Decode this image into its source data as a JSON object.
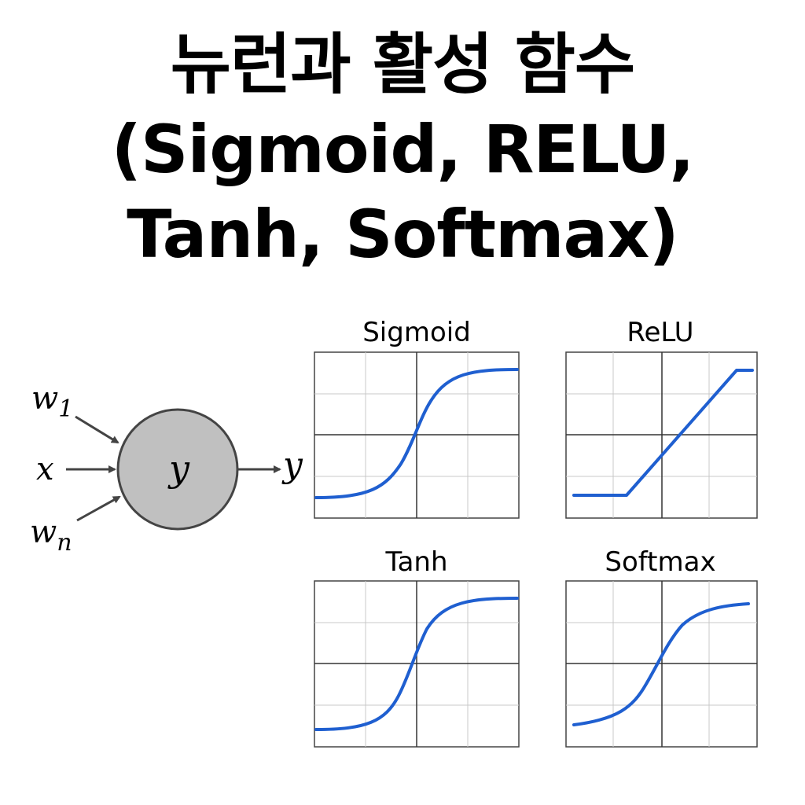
{
  "title": {
    "line1": "뉴런과 활성 함수",
    "line2": "(Sigmoid, RELU,",
    "line3": "Tanh, Softmax)"
  },
  "neuron": {
    "input_w1": "w",
    "input_w1_sub": "1",
    "input_x": "x",
    "input_wn": "w",
    "input_wn_sub": "n",
    "node_label": "y",
    "output_label": "y",
    "node_fill": "#c0c0c0",
    "arrow_color": "#444444"
  },
  "plots": [
    {
      "title": "Sigmoid"
    },
    {
      "title": "ReLU"
    },
    {
      "title": "Tanh"
    },
    {
      "title": "Softmax"
    }
  ],
  "colors": {
    "curve": "#1f5fd0",
    "grid": "#c8c8c8",
    "axis": "#333333",
    "frame": "#444444"
  }
}
